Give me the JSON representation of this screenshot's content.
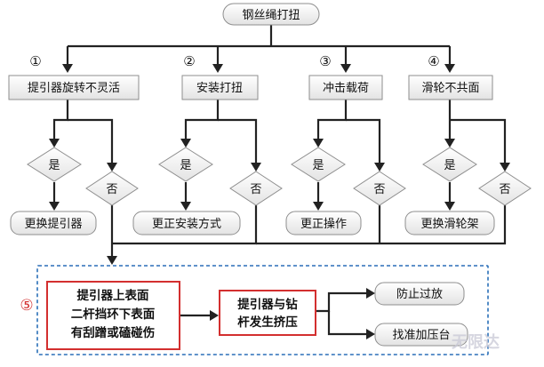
{
  "root": "钢丝绳打扭",
  "branches": [
    {
      "marker": "①",
      "cause": "提引器旋转不灵活",
      "yes": "是",
      "no": "否",
      "fix": "更换提引器"
    },
    {
      "marker": "②",
      "cause": "安装打扭",
      "yes": "是",
      "no": "否",
      "fix": "更正安装方式"
    },
    {
      "marker": "③",
      "cause": "冲击载荷",
      "yes": "是",
      "no": "否",
      "fix": "更正操作"
    },
    {
      "marker": "④",
      "cause": "滑轮不共面",
      "yes": "是",
      "no": "否",
      "fix": "更换滑轮架"
    }
  ],
  "bottom": {
    "marker": "⑤",
    "cause_lines": [
      "提引器上表面",
      "二杆挡环下表面",
      "有刮蹭或磕碰伤"
    ],
    "effect_lines": [
      "提引器与钻",
      "杆发生挤压"
    ],
    "actions": [
      "防止过放",
      "找准加压台"
    ]
  },
  "watermark": "无限达",
  "colors": {
    "frame_border": "#2a6fb8",
    "highlight_border": "#d32f2f",
    "line": "#222222"
  }
}
